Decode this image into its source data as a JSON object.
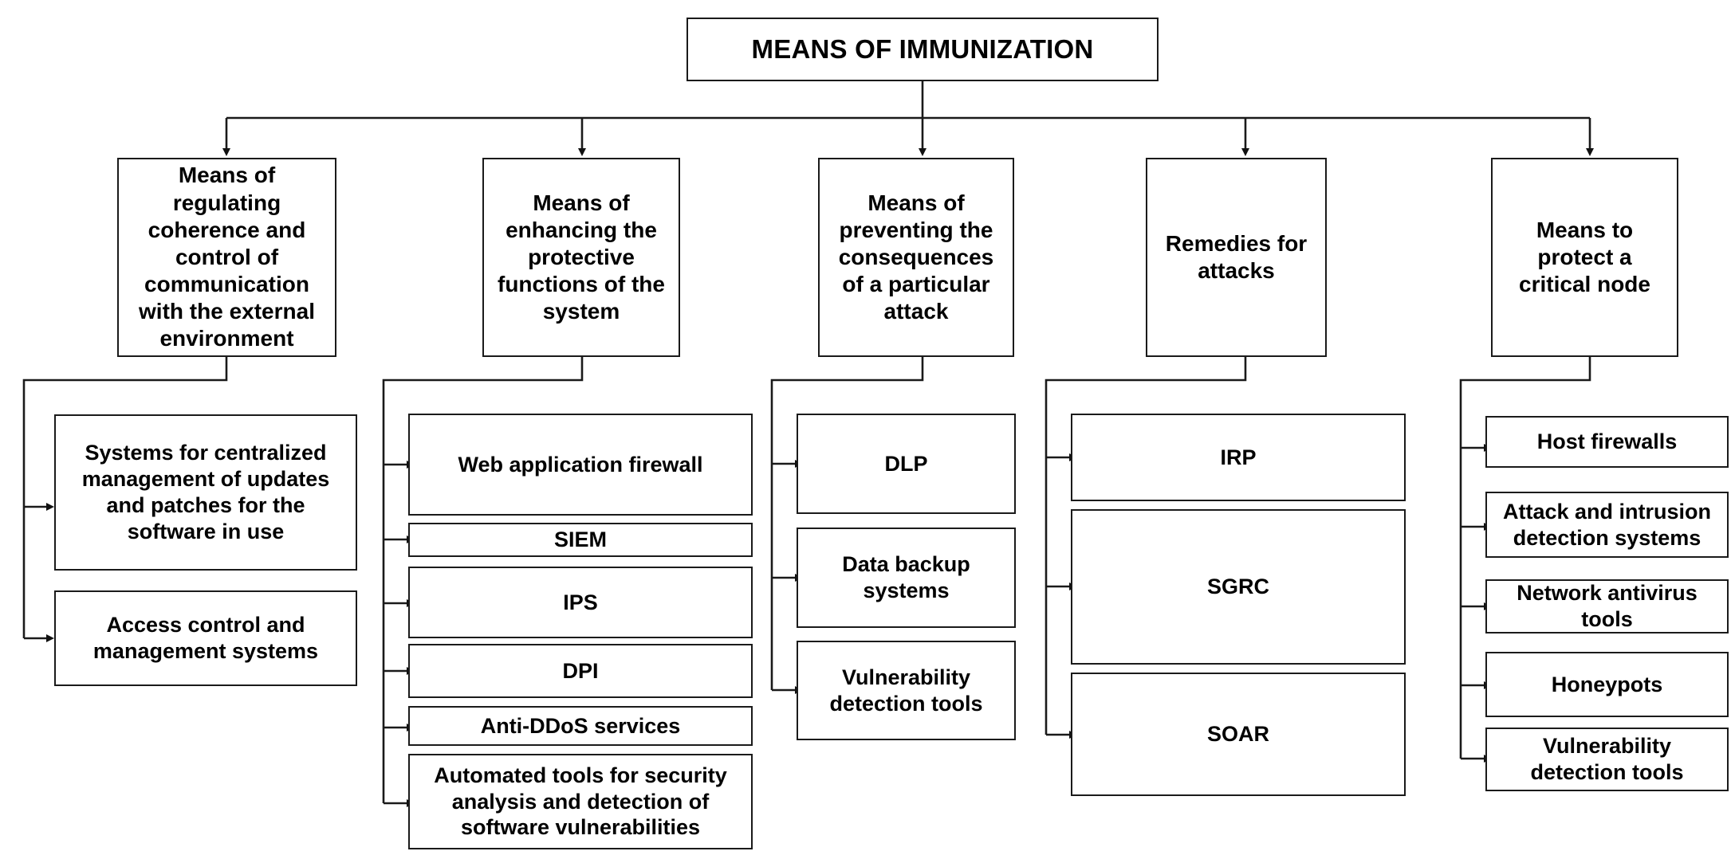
{
  "diagram": {
    "title": "MEANS OF IMMUNIZATION",
    "root": {
      "label": "MEANS OF IMMUNIZATION"
    },
    "branches": [
      {
        "id": "branch-regulating-coherence",
        "label": "Means of regulating coherence and control of communication with the external environment",
        "children": [
          {
            "id": "leaf-centralized-update-management",
            "label": "Systems for centralized management of updates and patches for the software in use"
          },
          {
            "id": "leaf-access-control",
            "label": "Access control and management systems"
          }
        ]
      },
      {
        "id": "branch-enhancing-protective-functions",
        "label": "Means of enhancing the protective functions of the system",
        "children": [
          {
            "id": "leaf-web-application-firewall",
            "label": "Web application firewall"
          },
          {
            "id": "leaf-siem",
            "label": "SIEM"
          },
          {
            "id": "leaf-ips",
            "label": "IPS"
          },
          {
            "id": "leaf-dpi",
            "label": "DPI"
          },
          {
            "id": "leaf-anti-ddos",
            "label": "Anti-DDoS services"
          },
          {
            "id": "leaf-automated-security-analysis",
            "label": "Automated tools for security analysis and detection of software vulnerabilities"
          }
        ]
      },
      {
        "id": "branch-preventing-consequences",
        "label": "Means of preventing the consequences of a particular attack",
        "children": [
          {
            "id": "leaf-dlp",
            "label": "DLP"
          },
          {
            "id": "leaf-data-backup-systems",
            "label": "Data backup systems"
          },
          {
            "id": "leaf-vulnerability-detection-tools-c3",
            "label": "Vulnerability detection tools"
          }
        ]
      },
      {
        "id": "branch-remedies-for-attacks",
        "label": "Remedies for attacks",
        "children": [
          {
            "id": "leaf-irp",
            "label": "IRP"
          },
          {
            "id": "leaf-sgrc",
            "label": "SGRC"
          },
          {
            "id": "leaf-soar",
            "label": "SOAR"
          }
        ]
      },
      {
        "id": "branch-protect-critical-node",
        "label": "Means to protect a critical node",
        "children": [
          {
            "id": "leaf-host-firewalls",
            "label": "Host firewalls"
          },
          {
            "id": "leaf-attack-intrusion-detection",
            "label": "Attack and intrusion detection systems"
          },
          {
            "id": "leaf-network-antivirus-tools",
            "label": "Network antivirus tools"
          },
          {
            "id": "leaf-honeypots",
            "label": "Honeypots"
          },
          {
            "id": "leaf-vulnerability-detection-tools-c5",
            "label": "Vulnerability detection tools"
          }
        ]
      }
    ],
    "colors": {
      "stroke": "#1a1a1a",
      "fill": "#ffffff",
      "text": "#000000"
    }
  }
}
